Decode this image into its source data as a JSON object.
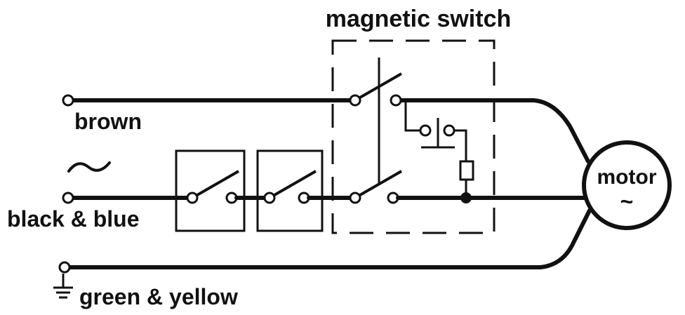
{
  "labels": {
    "magnetic_switch": "magnetic switch",
    "brown": "brown",
    "black_blue": "black & blue",
    "green_yellow": "green & yellow",
    "motor": "motor",
    "ac_symbol": "~"
  }
}
